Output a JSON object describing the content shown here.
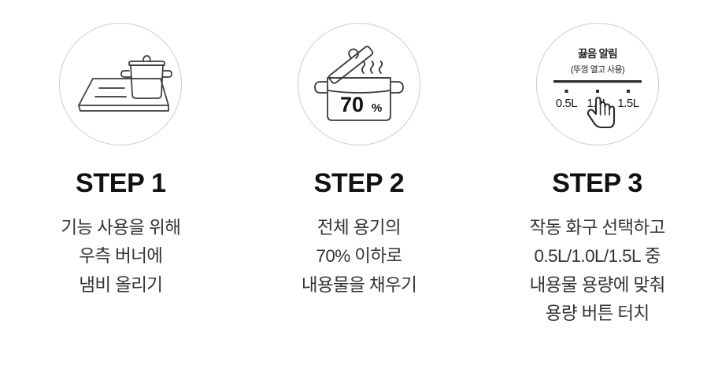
{
  "page": {
    "background": "#ffffff",
    "text_color": "#333333",
    "circle_border_color": "#cccccc",
    "line_color": "#3a3a3a"
  },
  "steps": [
    {
      "id": "step-1",
      "title": "STEP 1",
      "description": "기능 사용을 위해\n우측 버너에\n냄비 올리기",
      "icon": {
        "name": "cooktop-with-pot-icon",
        "parts": [
          "cooktop-surface",
          "burner-lines",
          "pot-body",
          "pot-lid",
          "pot-handles"
        ]
      }
    },
    {
      "id": "step-2",
      "title": "STEP 2",
      "description": "전체 용기의\n70% 이하로\n내용물을 채우기",
      "icon": {
        "name": "pot-fill-70-percent-icon",
        "value_big": "70",
        "value_small": "%",
        "parts": [
          "pot-body",
          "pot-handles",
          "tilted-lid",
          "steam-lines",
          "fill-level-line"
        ]
      }
    },
    {
      "id": "step-3",
      "title": "STEP 3",
      "description": "작동 화구 선택하고\n0.5L/1.0L/1.5L 중\n내용물 용량에 맞춰\n용량 버튼 터치",
      "icon": {
        "name": "boil-alert-control-panel-icon",
        "panel_title": "끓음 알림",
        "panel_subtitle": "(뚜껑 열고 사용)",
        "volume_options": [
          "0.5L",
          "1.0L",
          "1.5L"
        ],
        "parts": [
          "panel-divider",
          "volume-dots",
          "volume-labels",
          "hand-pointer"
        ]
      }
    }
  ]
}
